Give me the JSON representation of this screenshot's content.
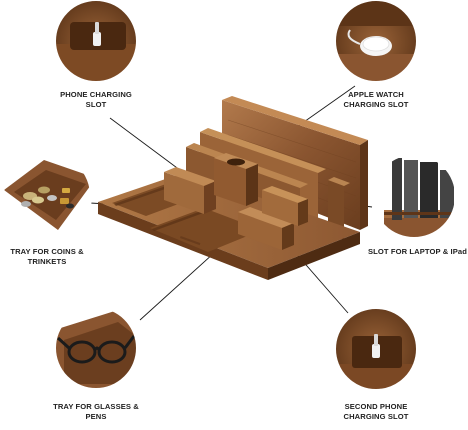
{
  "callouts": {
    "phone_slot": {
      "line1": "PHONE CHARGING",
      "line2": "SLOT",
      "icon": "lightning-connector"
    },
    "apple_watch": {
      "line1": "APPLE WATCH",
      "line2": "CHARGING SLOT",
      "icon": "watch-charger-puck"
    },
    "coins_tray": {
      "line1": "TRAY FOR COINS &",
      "line2": "TRINKETS",
      "icon": "coins"
    },
    "laptop_slot": {
      "line1": "SLOT FOR LAPTOP & IPad",
      "icon": "laptop-in-slot"
    },
    "glasses_tray": {
      "line1": "TRAY FOR GLASSES &",
      "line2": "PENS",
      "icon": "eyeglasses"
    },
    "second_phone": {
      "line1": "SECOND PHONE",
      "line2": "CHARGING SLOT",
      "icon": "lightning-connector"
    }
  },
  "colors": {
    "wood_dark": "#5e3518",
    "wood_mid": "#8a5530",
    "wood_light": "#b27a4c",
    "wood_top": "#a06a3e",
    "leader_line": "#1a1a1a",
    "circle_border": "#ffffff"
  }
}
